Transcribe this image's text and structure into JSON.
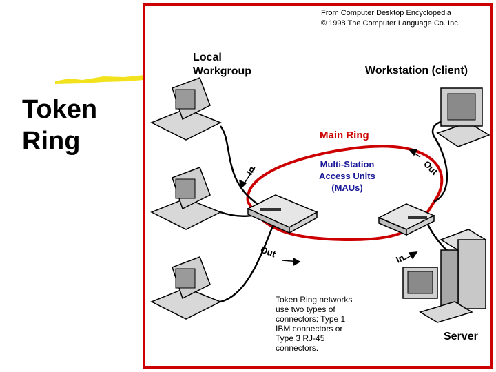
{
  "slide": {
    "title": "Token\nRing"
  },
  "figure": {
    "credit": "From Computer Desktop Encyclopedia\n© 1998 The Computer Language Co. Inc.",
    "local_workgroup": "Local\nWorkgroup",
    "workstation": "Workstation (client)",
    "main_ring": "Main Ring",
    "mau": "Multi-Station\nAccess Units\n(MAUs)",
    "server": "Server",
    "note": "Token Ring networks\nuse two types of\nconnectors: Type 1\nIBM connectors or\nType 3 RJ-45\nconnectors.",
    "in_top": "In",
    "out_top": "Out",
    "out_bottom": "Out",
    "in_bottom": "In"
  },
  "colors": {
    "ring": "#cc0000",
    "mau_text": "#1a1a99",
    "title_accent": "#f2e21e"
  },
  "icons": [
    "computer-icon",
    "server-icon",
    "mau-hub-icon",
    "arrow-icon"
  ]
}
